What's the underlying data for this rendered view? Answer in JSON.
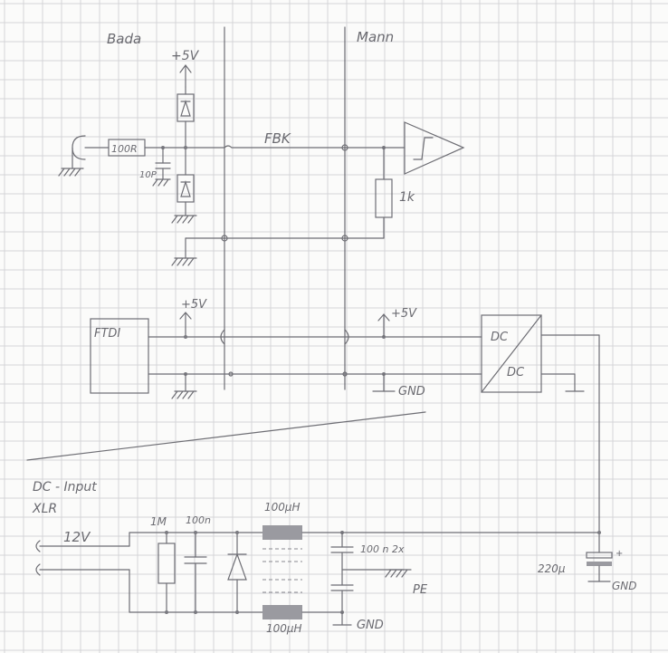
{
  "labels": {
    "bada": "Bada",
    "mann": "Mann",
    "plus5v_top": "+5V",
    "r100": "100R",
    "c10p": "10P",
    "fbk": "FBK",
    "r1k": "1k",
    "plus5v_ftdi": "+5V",
    "ftdi": "FTDI",
    "plus5v_right": "+5V",
    "gnd_mid": "GND",
    "dc_top": "DC",
    "dc_bottom": "DC",
    "dc_input": "DC - Input",
    "xlr": "XLR",
    "v12": "12V",
    "r1m": "1M",
    "c100n_left": "100n",
    "l100u_top": "100μH",
    "c100n_right": "100 n 2x",
    "pe": "PE",
    "l100u_bottom": "100μH",
    "gnd_bottom": "GND",
    "c220u": "220μ",
    "gnd_right": "GND",
    "plus_sign": "+"
  }
}
